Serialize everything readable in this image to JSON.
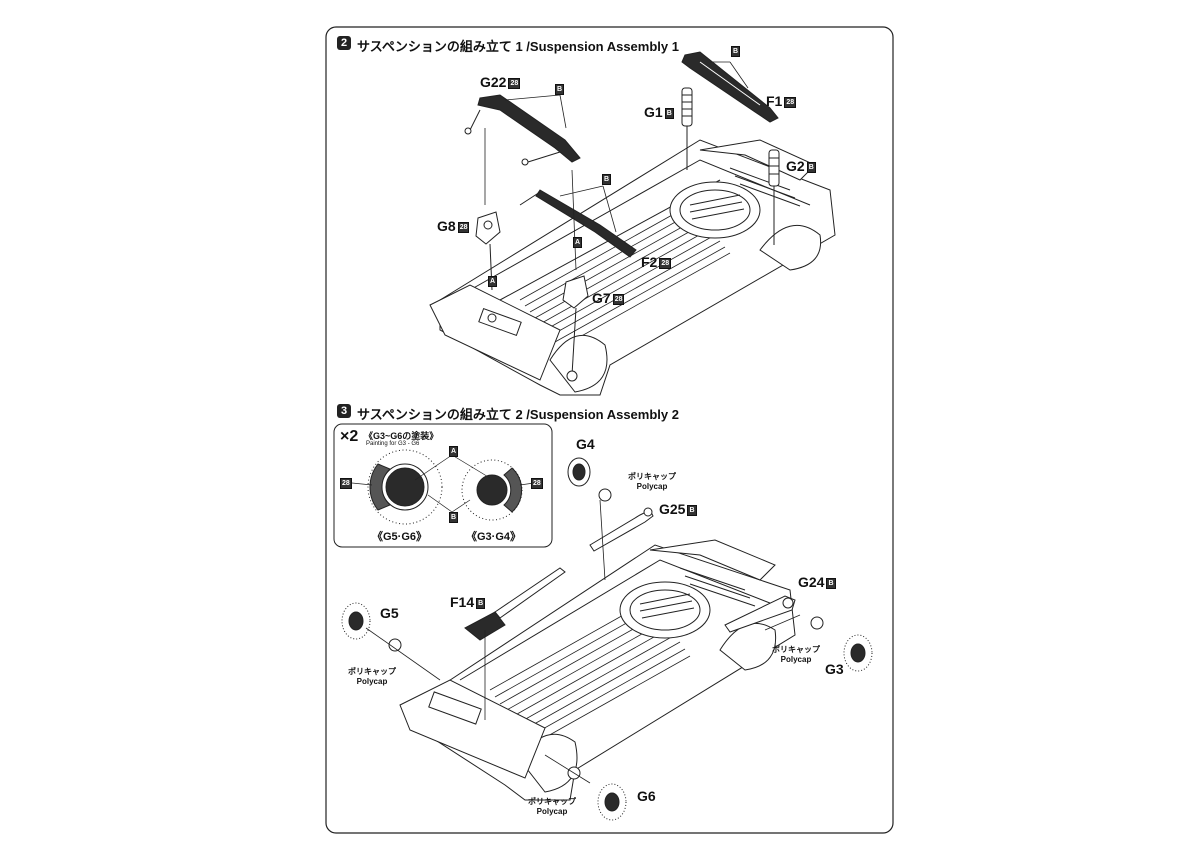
{
  "step2": {
    "number": "2",
    "title": "サスペンションの組み立て 1 /Suspension Assembly 1",
    "parts": {
      "g22": "G22",
      "g22_code": "28",
      "f1": "F1",
      "f1_code": "28",
      "g1": "G1",
      "g1_code": "B",
      "g2": "G2",
      "g2_code": "B",
      "g8": "G8",
      "g8_code": "28",
      "f2": "F2",
      "f2_code": "28",
      "g7": "G7",
      "g7_code": "28"
    },
    "paint_b": "B",
    "paint_a": "A"
  },
  "step3": {
    "number": "3",
    "title": "サスペンションの組み立て 2 /Suspension Assembly 2",
    "inset": {
      "multiplier": "×2",
      "heading": "《G3~G6の塗装》",
      "subheading": "Painting for G3 - G6",
      "label_a": "A",
      "label_b": "B",
      "code_left": "28",
      "code_right": "28",
      "left_caption": "《G5·G6》",
      "right_caption": "《G3·G4》"
    },
    "parts": {
      "g4": "G4",
      "g25": "G25",
      "g25_code": "B",
      "g24": "G24",
      "g24_code": "B",
      "f14": "F14",
      "f14_code": "B",
      "g5": "G5",
      "g3": "G3",
      "g6": "G6"
    },
    "polycap_jp": "ポリキャップ",
    "polycap_en": "Polycap"
  },
  "colors": {
    "ink": "#111111",
    "line": "#222222",
    "fill_dark": "#2a2a2a",
    "paper": "#ffffff"
  }
}
